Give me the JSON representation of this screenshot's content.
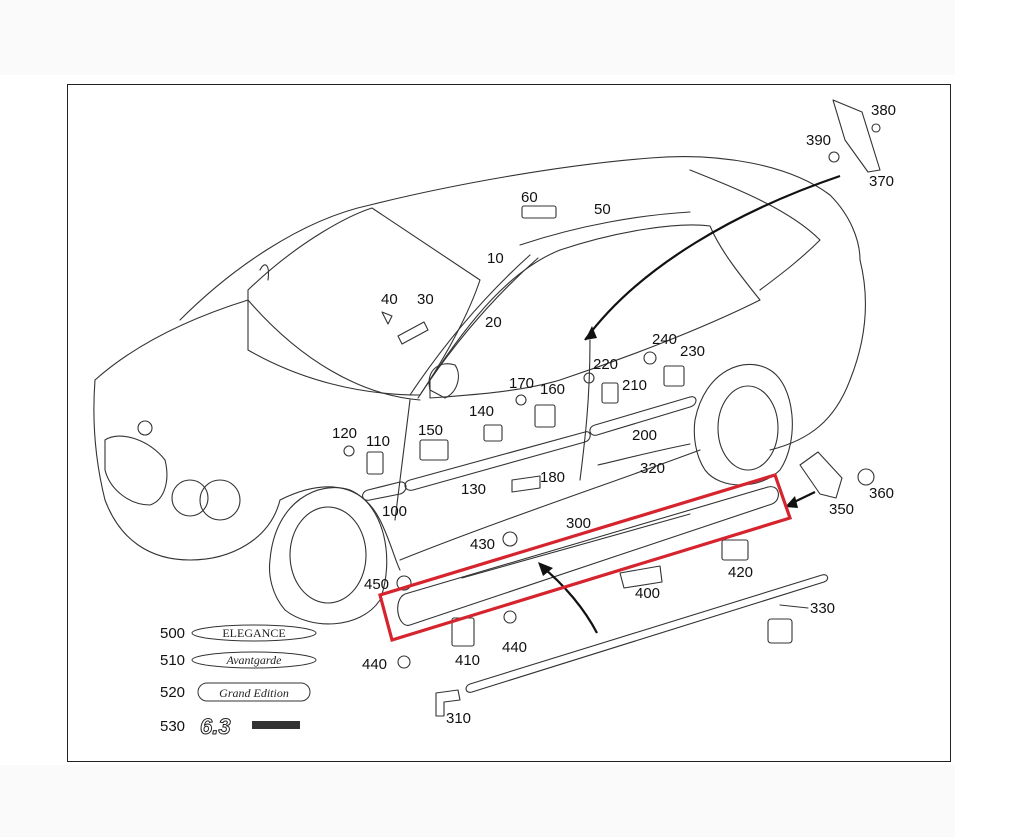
{
  "diagram": {
    "part_labels": {
      "p10": "10",
      "p20": "20",
      "p30": "30",
      "p40": "40",
      "p50": "50",
      "p60": "60",
      "p100": "100",
      "p110": "110",
      "p120": "120",
      "p130": "130",
      "p140": "140",
      "p150": "150",
      "p160": "160",
      "p170": "170",
      "p180": "180",
      "p200": "200",
      "p210": "210",
      "p220": "220",
      "p230": "230",
      "p240": "240",
      "p300": "300",
      "p310": "310",
      "p320": "320",
      "p330": "330",
      "p350": "350",
      "p360": "360",
      "p370": "370",
      "p380": "380",
      "p390": "390",
      "p400": "400",
      "p410": "410",
      "p420": "420",
      "p430": "430",
      "p440a": "440",
      "p440b": "440",
      "p450": "450"
    },
    "badges": [
      {
        "number": "500",
        "text": "ELEGANCE"
      },
      {
        "number": "510",
        "text": "Avantgarde"
      },
      {
        "number": "520",
        "text": "Grand Edition"
      },
      {
        "number": "530",
        "text": "6.3"
      }
    ],
    "highlight_color": "#d6242f"
  }
}
